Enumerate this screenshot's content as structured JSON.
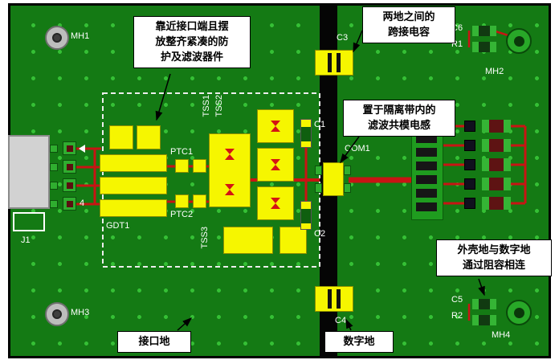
{
  "board": {
    "silkscreen": {
      "mh1": "MH1",
      "mh2": "MH2",
      "mh3": "MH3",
      "mh4": "MH4",
      "j1": "J1",
      "j1_pin4": "4",
      "gdt1": "GDT1",
      "ptc1": "PTC1",
      "ptc2": "PTC2",
      "tss1": "TSS1",
      "tss2": "TSS2",
      "tss3": "TSS3",
      "c1": "C1",
      "c2": "C2",
      "c3": "C3",
      "c4": "C4",
      "c5": "C5",
      "c6": "C6",
      "r1": "R1",
      "r2": "R2",
      "com1": "COM1"
    },
    "colors": {
      "board_green": "#147a14",
      "via_dot_green": "#35c035",
      "component_yellow": "#f6f600",
      "trace_red": "#c81414",
      "isolation_slot_black": "#050505",
      "silkscreen_white": "#ffffff"
    }
  },
  "annotations": {
    "protection": "靠近接口端且摆\n放整齐紧凑的防\n护及滤波器件",
    "bridge_cap": "两地之间的\n跨接电容",
    "cm_choke": "置于隔离带内的\n滤波共模电感",
    "rc_link": "外壳地与数字地\n通过阻容相连",
    "interface_gnd": "接口地",
    "digital_gnd": "数字地"
  }
}
